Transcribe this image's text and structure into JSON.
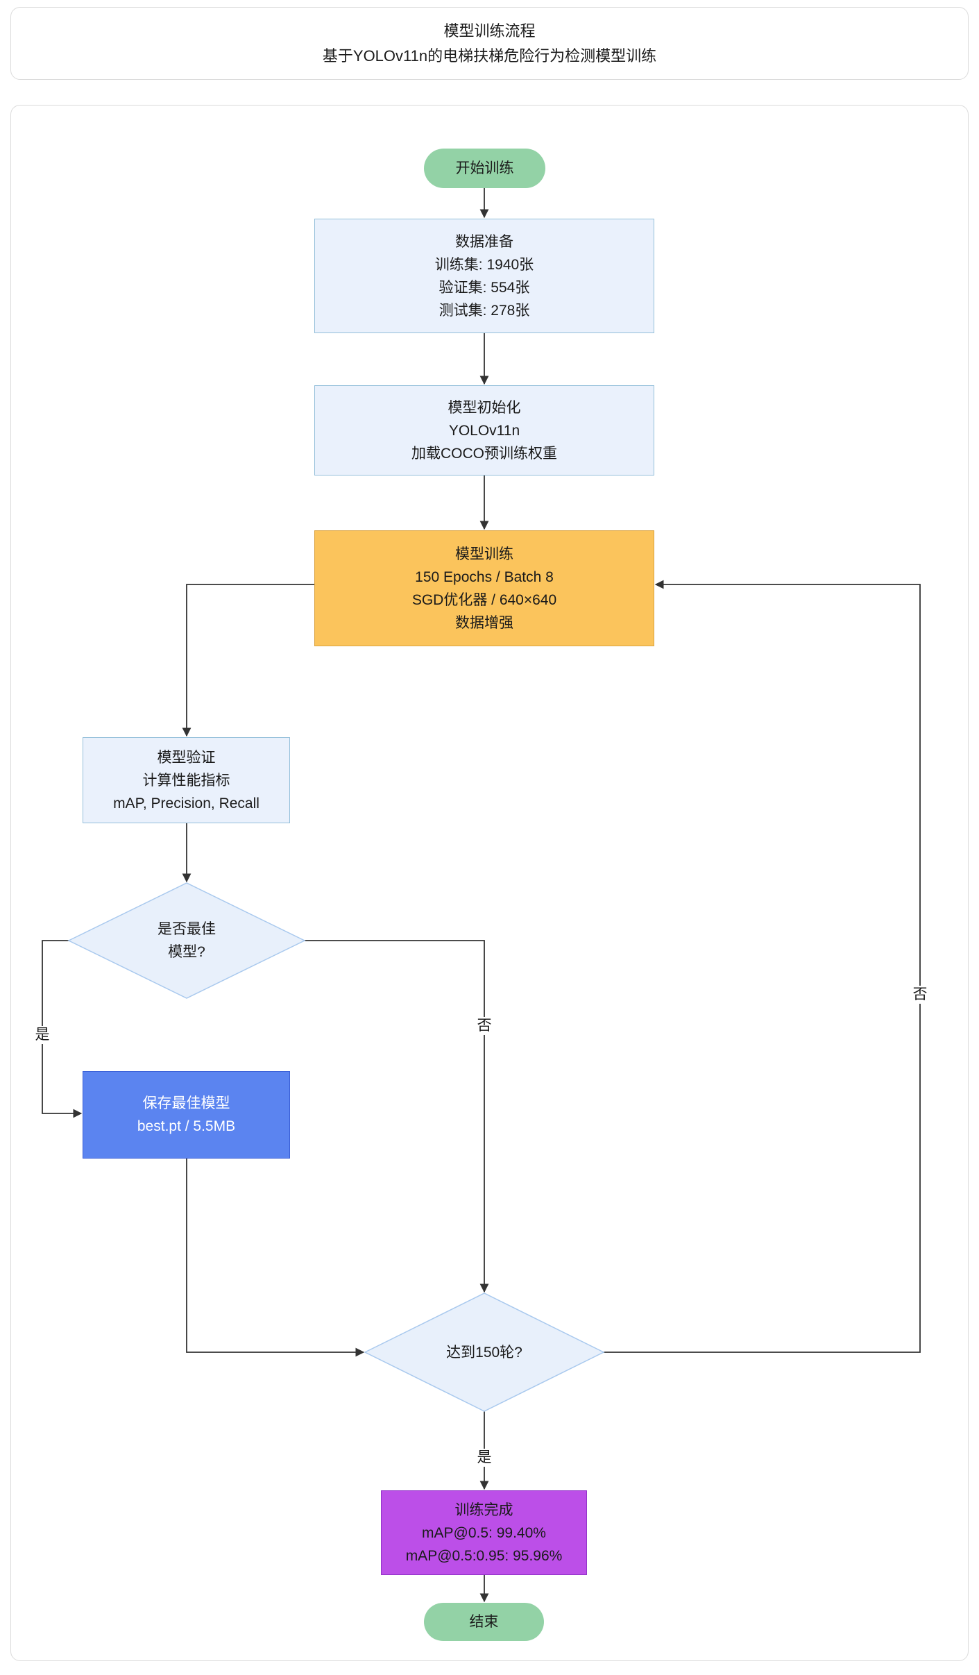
{
  "header": {
    "title": "模型训练流程",
    "subtitle": "基于YOLOv11n的电梯扶梯危险行为检测模型训练"
  },
  "flow": {
    "start": {
      "label": "开始训练"
    },
    "data_prep": {
      "lines": [
        "数据准备",
        "训练集: 1940张",
        "验证集: 554张",
        "测试集: 278张"
      ]
    },
    "model_init": {
      "lines": [
        "模型初始化",
        "YOLOv11n",
        "加载COCO预训练权重"
      ]
    },
    "training": {
      "lines": [
        "模型训练",
        "150 Epochs / Batch 8",
        "SGD优化器 / 640×640",
        "数据增强"
      ]
    },
    "validation": {
      "lines": [
        "模型验证",
        "计算性能指标",
        "mAP, Precision, Recall"
      ]
    },
    "best_decision": {
      "lines": [
        "是否最佳",
        "模型?"
      ]
    },
    "save_best": {
      "lines": [
        "保存最佳模型",
        "best.pt / 5.5MB"
      ]
    },
    "epoch_decision": {
      "lines": [
        "达到150轮?"
      ]
    },
    "complete": {
      "lines": [
        "训练完成",
        "mAP@0.5: 99.40%",
        "mAP@0.5:0.95: 95.96%"
      ]
    },
    "end": {
      "label": "结束"
    },
    "edge_labels": {
      "best_yes": "是",
      "best_no": "否",
      "epoch_no": "否",
      "epoch_yes": "是"
    }
  },
  "palette": {
    "start_end_fill": "#93d2a6",
    "process_fill": "#eaf1fc",
    "process_border": "#94bfda",
    "decision_fill": "#e8f0fb",
    "decision_border": "#a9c9ee",
    "train_fill": "#fbc45c",
    "train_border": "#dba33f",
    "save_fill": "#5b84f0",
    "save_border": "#3a5fd6",
    "done_fill": "#bc4fe8",
    "done_border": "#9232c8",
    "edge_color": "#333333"
  }
}
